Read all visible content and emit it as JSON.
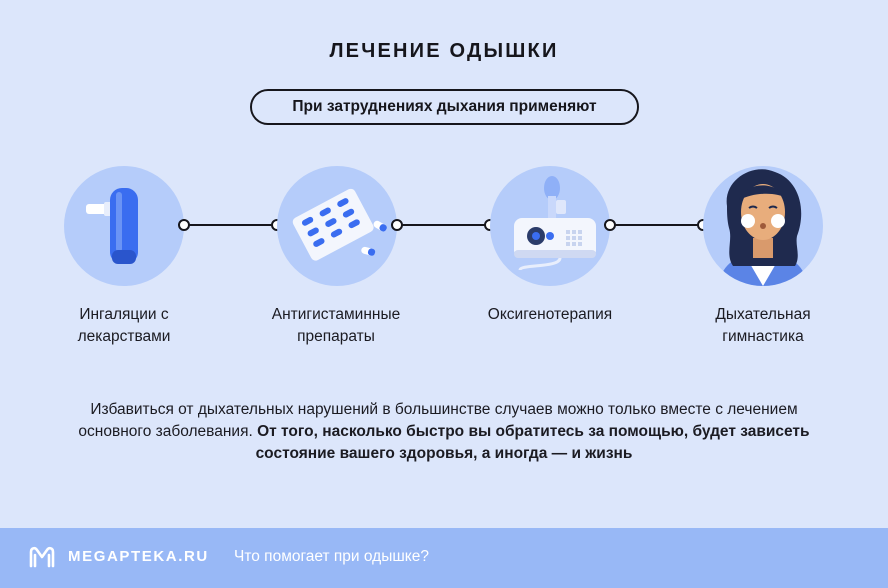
{
  "title": "ЛЕЧЕНИЕ ОДЫШКИ",
  "subtitle": "При затруднениях дыхания применяют",
  "methods": [
    {
      "line1": "Ингаляции с",
      "line2": "лекарствами",
      "icon": "inhaler-icon"
    },
    {
      "line1": "Антигистаминные",
      "line2": "препараты",
      "icon": "pills-icon"
    },
    {
      "line1": "Оксигенотерапия",
      "line2": "",
      "icon": "nebulizer-icon"
    },
    {
      "line1": "Дыхательная",
      "line2": "гимнастика",
      "icon": "breathing-woman-icon"
    }
  ],
  "description": {
    "regular": "Избавиться от дыхательных нарушений в большинстве случаев можно только вместе с лечением основного заболевания. ",
    "bold": "От того, насколько быстро вы обратитесь за помощью, будет зависеть состояние вашего здоровья, а иногда — и жизнь"
  },
  "footer": {
    "brand": "MEGAPTEKA.RU",
    "tagline": "Что помогает при одышке?",
    "logo_icon": "megapteka-logo-icon"
  },
  "colors": {
    "background": "#dce6fb",
    "circle": "#b5ccfa",
    "accent_blue": "#3a6df0",
    "footer": "#98b8f6"
  }
}
